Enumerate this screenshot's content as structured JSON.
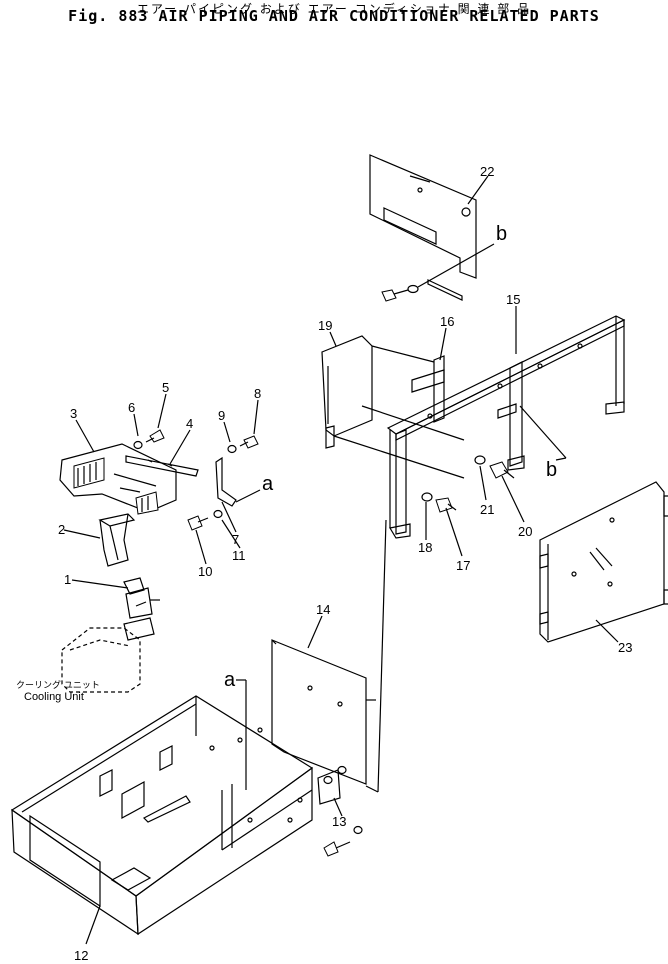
{
  "header": {
    "japanese_title": "エアー パイピング および エアー コンディショナ 関 連 部 品",
    "figure_title": "Fig. 883   AIR PIPING AND AIR CONDITIONER RELATED PARTS"
  },
  "callouts": [
    "1",
    "2",
    "3",
    "4",
    "5",
    "6",
    "7",
    "8",
    "9",
    "10",
    "11",
    "12",
    "13",
    "14",
    "15",
    "16",
    "17",
    "18",
    "19",
    "20",
    "21",
    "22",
    "23"
  ],
  "reference_letters": {
    "a1": "a",
    "a2": "a",
    "b1": "b",
    "b2": "b"
  },
  "annotations": {
    "cooling_unit_jp": "クーリング ユニット",
    "cooling_unit_en": "Cooling Unit"
  }
}
